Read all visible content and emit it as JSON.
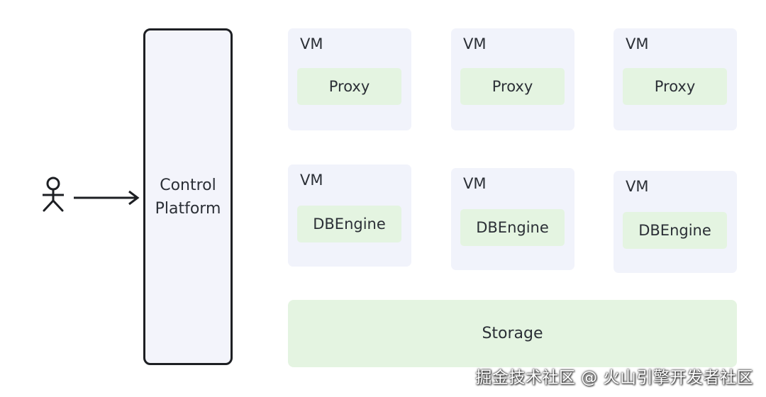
{
  "user": {
    "icon": "person-stick-figure-icon"
  },
  "arrow": {
    "icon": "arrow-right-icon"
  },
  "control_platform": {
    "label": "Control\nPlatform"
  },
  "vms": {
    "proxy": [
      {
        "vm_label": "VM",
        "component": "Proxy"
      },
      {
        "vm_label": "VM",
        "component": "Proxy"
      },
      {
        "vm_label": "VM",
        "component": "Proxy"
      }
    ],
    "engine": [
      {
        "vm_label": "VM",
        "component": "DBEngine"
      },
      {
        "vm_label": "VM",
        "component": "DBEngine"
      },
      {
        "vm_label": "VM",
        "component": "DBEngine"
      }
    ]
  },
  "storage": {
    "label": "Storage"
  },
  "watermark": {
    "text": "掘金技术社区 @ 火山引擎开发者社区"
  },
  "colors": {
    "vm_background": "#f1f3fb",
    "component_background": "#e4f4e1",
    "platform_border": "#1d1f23"
  }
}
